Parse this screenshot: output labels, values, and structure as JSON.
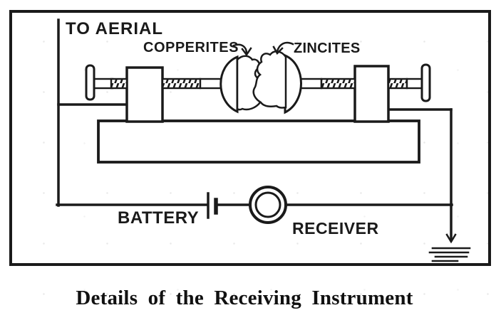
{
  "figure": {
    "caption": "Details of the Receiving Instrument",
    "labels": {
      "aerial": "TO AERIAL",
      "copperites": "COPPERITES",
      "zincites": "ZINCITES",
      "battery": "BATTERY",
      "receiver": "RECEIVER"
    },
    "colors": {
      "ink": "#1a1a1a",
      "paper": "#ffffff"
    },
    "symbols": {
      "battery": "battery-cell-icon",
      "receiver": "double-circle-receiver-icon",
      "ground": "earth-ground-icon",
      "label_pointers": "curved-leader-arrow-icon"
    }
  }
}
